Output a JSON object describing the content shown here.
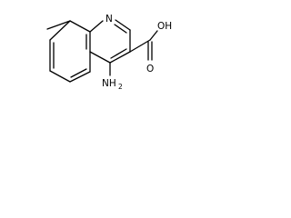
{
  "molecule": {
    "atom_labels": {
      "ring_nitrogen": "N",
      "amino_n": "NH",
      "amino_h_count": "2",
      "hydroxyl": "OH",
      "carbonyl_oxygen": "O"
    }
  },
  "colors": {
    "background": "#ffffff",
    "ink": "#000000"
  }
}
